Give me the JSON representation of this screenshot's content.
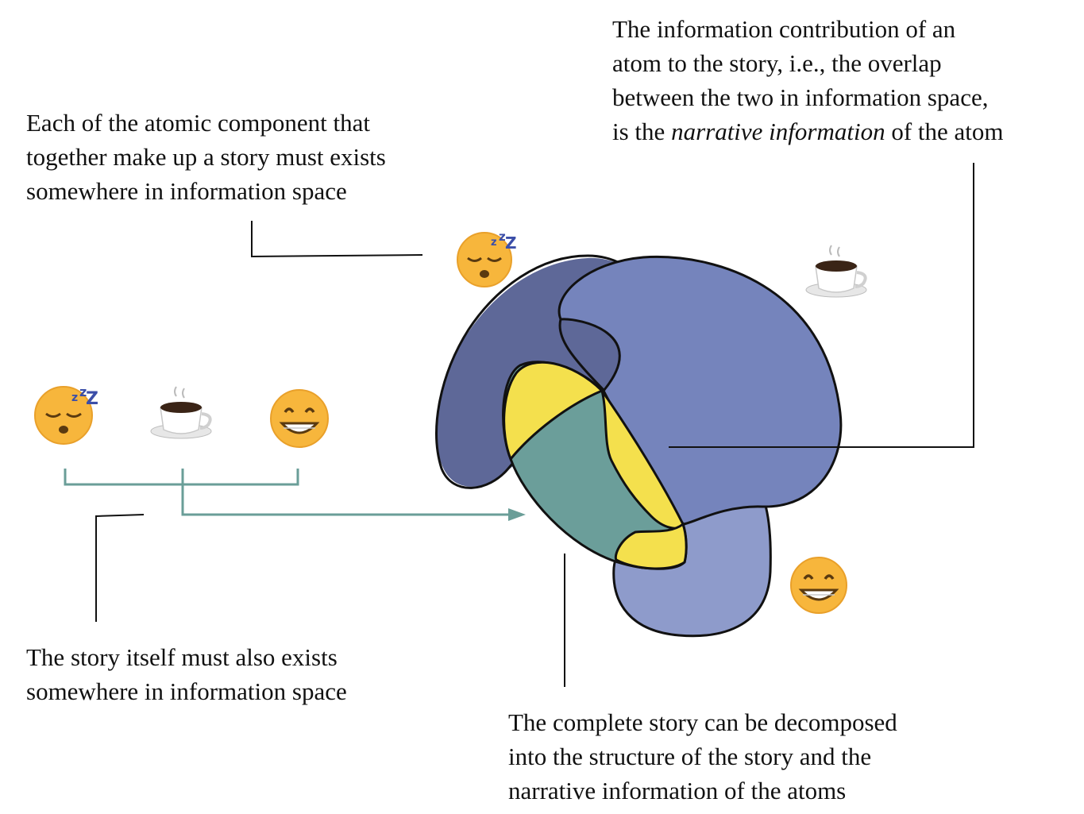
{
  "captions": {
    "atoms_in_space": {
      "lines": [
        "Each of the atomic component that",
        "together make up a story must exists",
        "somewhere in information space"
      ]
    },
    "narrative_information": {
      "line1": "The information contribution of an",
      "line2": "atom to the story, i.e., the overlap",
      "line3": "between the two in information space,",
      "line4_pre": "is the ",
      "line4_em": "narrative information",
      "line4_post": " of the atom"
    },
    "story_in_space": {
      "lines": [
        "The story itself must also exists",
        "somewhere in information space"
      ]
    },
    "decomposition": {
      "lines": [
        "The complete story can be decomposed",
        "into the structure of the story and the",
        "narrative information of the atoms"
      ]
    }
  },
  "atoms": [
    {
      "id": "sleepy",
      "icon": "sleepy-face-icon"
    },
    {
      "id": "coffee",
      "icon": "coffee-cup-icon"
    },
    {
      "id": "grin",
      "icon": "grinning-face-icon"
    }
  ],
  "colors": {
    "sleepy_region": "#5e6898",
    "coffee_region": "#7584bc",
    "grin_region": "#8e9bcb",
    "story_region": "#6b9e9a",
    "overlap_region": "#f4e04d",
    "bracket": "#6a9e98",
    "outline": "#111111",
    "emoji_face": "#f7b63c",
    "cup": "#ffffff",
    "coffee": "#3a2416"
  }
}
